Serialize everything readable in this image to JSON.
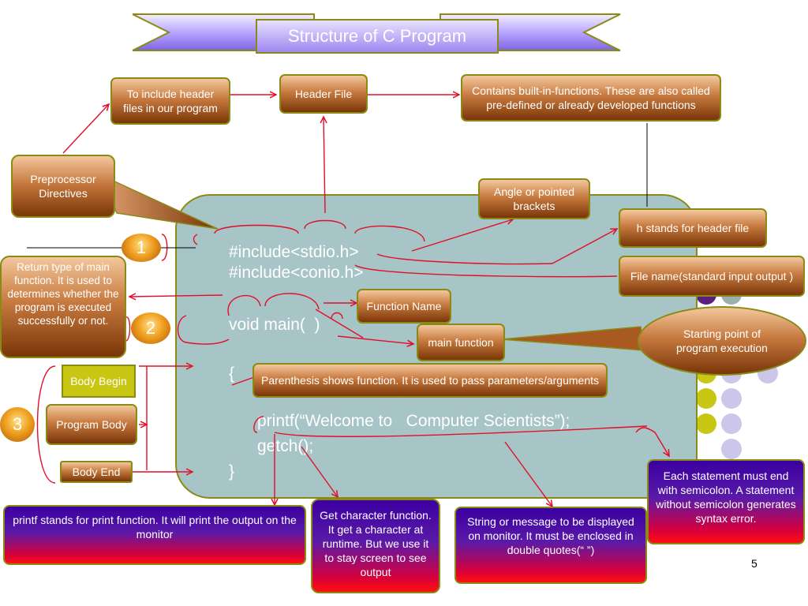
{
  "title": "Structure of  C Program",
  "slide_number": "5",
  "code": {
    "line1": "#include<stdio.h>",
    "line2": "#include<conio.h>",
    "line3": "void main(  )",
    "line4": "{",
    "line5": "printf(“Welcome to   Computer Scientists”);",
    "line6": "getch();",
    "line7": "}"
  },
  "numbers": {
    "n1": "1",
    "n2": "2",
    "n3": "3"
  },
  "boxes": {
    "include_header": "To include header files in our program",
    "header_file": "Header File",
    "builtin": "Contains built-in-functions. These are also called pre-defined or already developed functions",
    "preprocessor": "Preprocessor Directives",
    "angle": "Angle or pointed brackets",
    "h_stands": "h stands for header file",
    "file_name": "File name(standard  input output )",
    "return_type": "Return type of main function. It is used to determines whether the program  is executed successfully or not.",
    "function_name": "Function Name",
    "main_function": "main function",
    "starting_point": "Starting point of program execution",
    "parenthesis": "Parenthesis shows function. It is used to pass parameters/arguments",
    "body_begin": "Body Begin",
    "program_body": "Program Body",
    "body_end": "Body End",
    "semicolon": "Each statement must end with semicolon. A statement without semicolon generates syntax error.",
    "printf": "printf  stands for print function. It will print the output on the monitor",
    "getch": "Get character function. It get a character at runtime. But we use it to stay screen to see output",
    "string": "String or message to be displayed on monitor. It must be enclosed in double quotes(“ ”)"
  },
  "colors": {
    "panel": "#a7c4c6",
    "panel_border": "#8a8a16",
    "arrow": "#e0102a",
    "box_dark": "#7a3608",
    "banner": "#c9b8ff"
  }
}
